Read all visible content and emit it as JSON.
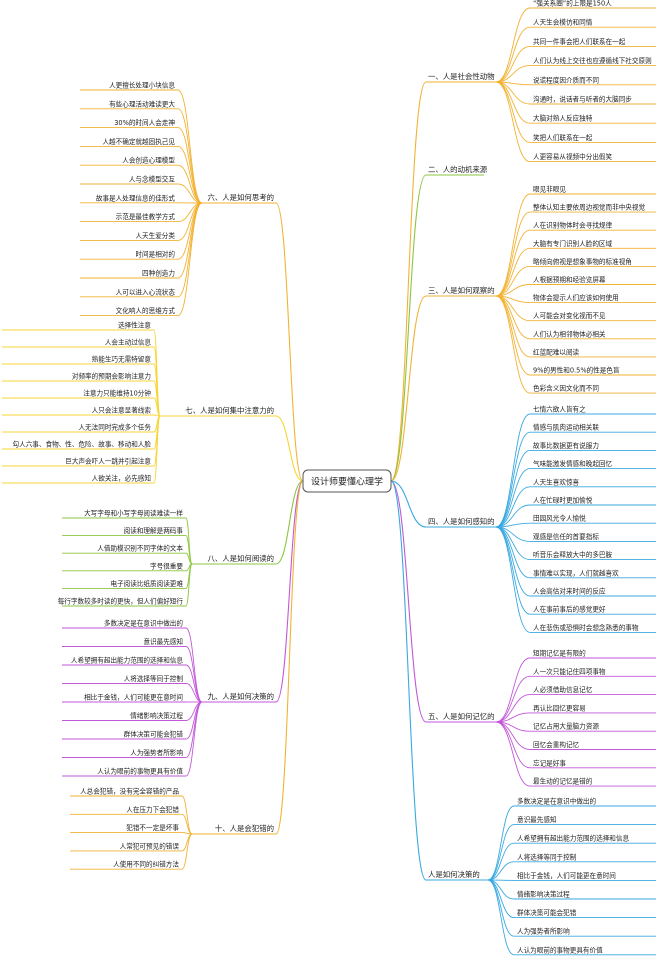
{
  "root": {
    "label": "设计师要懂心理学"
  },
  "branches": [
    {
      "label": "一、人是社会性动物",
      "color": "#f2b233",
      "side": "right",
      "items": [
        "“强关系圈”的上限是150人",
        "人天生会模仿和同情",
        "共同一件事会把人们联系在一起",
        "人们认为线上交往也应遵循线下社交原则",
        "说谎程度因介质而不同",
        "沟通时，说话者与听者的大脑同步",
        "大脑对熟人反应独特",
        "笑把人们联系在一起",
        "人更容易从视频中分出假笑"
      ]
    },
    {
      "label": "二、人的动机来源",
      "color": "#8cc63f",
      "side": "right",
      "items": []
    },
    {
      "label": "三、人是如何观察的",
      "color": "#f2b233",
      "side": "right",
      "items": [
        "眼见非眼见",
        "整体认知主要依周边视觉而非中央视觉",
        "人在识别物体时会寻找规律",
        "大脑有专门识别人脸的区域",
        "略倾向俯视是想象事物的标准视角",
        "人根据预期和经验览屏幕",
        "物体会提示人们应该如何使用",
        "人可能会对变化视而不见",
        "人们认为相邻物体必相关",
        "红蓝配难以阅读",
        "9%的男性和0.5%的性是色盲",
        "色彩含义因文化而不同"
      ]
    },
    {
      "label": "四、人是如何感知的",
      "color": "#3aa9e0",
      "side": "right",
      "items": [
        "七情六欲人皆有之",
        "情感与肌肉运动相关联",
        "故事比数据更有说服力",
        "气味能激发情感和晚起回忆",
        "人天生喜欢惊喜",
        "人在忙碌时更加愉悦",
        "田园风光令人愉悦",
        "观感是信任的首要指标",
        "听音乐会释放大中的多巴胺",
        "事情难以实现，人们就越喜欢",
        "人会高估对来时间的反应",
        "人在事前事后的感觉更好",
        "人在悲伤或恐惧时会想念熟悉的事物"
      ]
    },
    {
      "label": "五、人是如何记忆的",
      "color": "#c257d8",
      "side": "right",
      "items": [
        "短期记忆是有限的",
        "人一次只能记住四项事物",
        "人必须借助信息记忆",
        "再认比回忆更容易",
        "记忆占用大量脑力资源",
        "回忆会重构记忆",
        "忘记是好事",
        "最生动的记忆是错的"
      ]
    },
    {
      "label": "人是如何决策的",
      "color": "#3aa9e0",
      "side": "right",
      "items": [
        "多数决定是在意识中做出的",
        "意识最先感知",
        "人希望拥有超出能力范围的选择和信息",
        "人将选择等同于控制",
        "相比于金钱，人们可能更在意时间",
        "情绪影响决策过程",
        "群体决策可能会犯错",
        "人为强势者所影响",
        "人认为眼前的事物更具有价值"
      ]
    },
    {
      "label": "六、人是如何思考的",
      "color": "#f2b233",
      "side": "left",
      "items": [
        "人更擅长处理小块信息",
        "有些心理活动难读更大",
        "30%的时间人会走神",
        "人越不确定就越固执己见",
        "人会创造心理模型",
        "人与念模型交互",
        "故事是人处理信息的佳形式",
        "示范是最佳教学方式",
        "人天生爱分类",
        "时间是相对的",
        "四种创造力",
        "人可以进入心流状态",
        "文化响人的思维方式"
      ]
    },
    {
      "label": "七、人是如何集中注意力的",
      "color": "#f5d634",
      "side": "left",
      "items": [
        "选择性注意",
        "人会主动过信息",
        "熟能生巧无需特留意",
        "对频率的预期会影响注意力",
        "注意力只能维持10分钟",
        "人只会注意显著线索",
        "人无法同时完成多个任务",
        "勾人六事、食物、性、危险、故事、移动和人脸",
        "巨大声会吓人一跳并引起注意",
        "人欲关注，必先感知"
      ]
    },
    {
      "label": "八、人是如何阅读的",
      "color": "#8cc63f",
      "side": "left",
      "items": [
        "大写字母和小写字母阅读难读一样",
        "阅读和理解是两码事",
        "人借助模识别不同字体的文本",
        "字号很重要",
        "电子阅读比纸质阅读更难",
        "每行字数较多时读的更快，但人们偏好短行"
      ]
    },
    {
      "label": "九、人是如何决策的",
      "color": "#c257d8",
      "side": "left",
      "items": [
        "多数决定是在意识中做出的",
        "意识最先感知",
        "人希望拥有超出能力范围的选择和信息",
        "人将选择等同于控制",
        "相比于金钱，人们可能更在意时间",
        "情绪影响决策过程",
        "群体决策可能会犯错",
        "人为强势者所影响",
        "人认为眼前的事物更具有价值"
      ]
    },
    {
      "label": "十、人是会犯错的",
      "color": "#f2b233",
      "side": "left",
      "items": [
        "人总会犯错，没有完全容错的产品",
        "人在压力下会犯错",
        "犯错不一定是坏事",
        "人常犯可预见的错误",
        "人使用不同的纠错方法"
      ]
    }
  ]
}
